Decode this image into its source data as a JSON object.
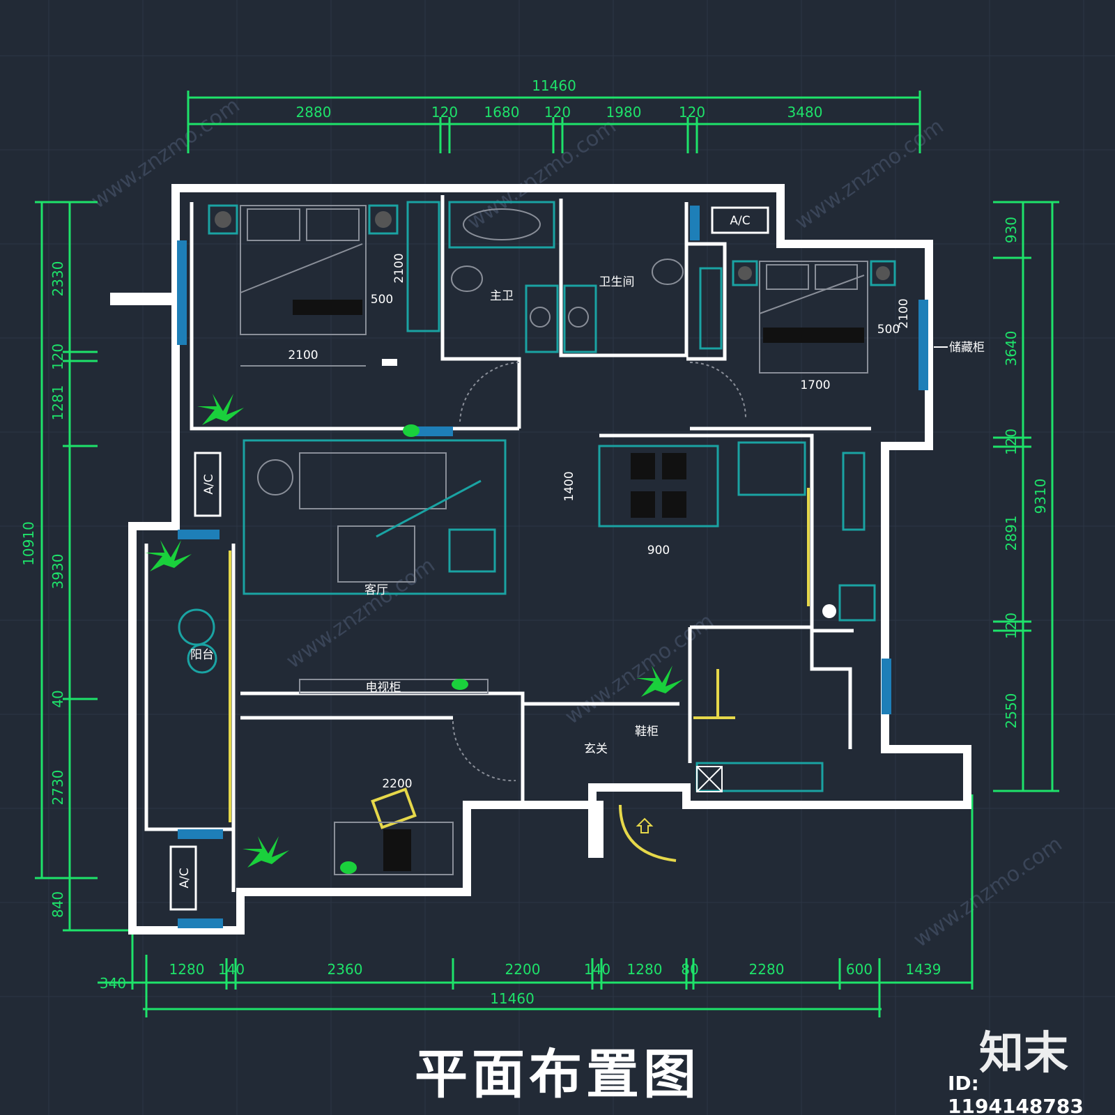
{
  "title": "平面布置图",
  "brand": "知末",
  "image_id": "ID: 1194148783",
  "watermark": "www.znzmo.com",
  "room_labels": {
    "master_bath": "主卫",
    "bathroom": "卫生间",
    "living_room": "客厅",
    "balcony": "阳台",
    "entrance": "玄关",
    "shoe_cabinet": "鞋柜",
    "tv_cabinet": "电视柜"
  },
  "ac_label": "A/C",
  "annotation_right": "储藏柜",
  "top_dimensions": {
    "total": "11460",
    "segments": [
      "2880",
      "120",
      "1680",
      "120",
      "1980",
      "120",
      "3480"
    ]
  },
  "bottom_dimensions": {
    "total": "11460",
    "segments": [
      "340",
      "1280",
      "140",
      "2360",
      "2200",
      "140",
      "1280",
      "80",
      "2280",
      "600",
      "1439"
    ]
  },
  "left_dimensions": {
    "total": "10910",
    "segments": [
      "2330",
      "120",
      "1281",
      "3930",
      "40",
      "2730",
      "840"
    ]
  },
  "right_dimensions": {
    "total": "9310",
    "segments": [
      "930",
      "3640",
      "120",
      "2891",
      "120",
      "2550"
    ]
  },
  "furniture_dimensions": {
    "bed_left_width": "2100",
    "bed_left_length": "2100",
    "bed_left_side": "500",
    "bed_right_width": "1700",
    "bed_right_side": "500",
    "bed_right_length": "2100",
    "dining_width": "1400",
    "dining_depth": "900",
    "sofa": "2200"
  }
}
